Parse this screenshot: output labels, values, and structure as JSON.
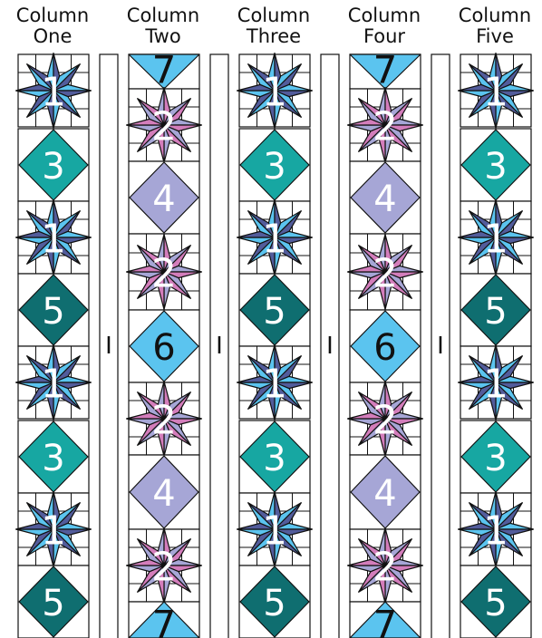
{
  "colors": {
    "light_blue": "#5bc4ef",
    "navy": "#525c9b",
    "purple": "#a6a6d6",
    "pink": "#d37dbb",
    "teal": "#17a7a2",
    "dark_teal": "#0f6e70",
    "line": "#111111"
  },
  "columns": [
    {
      "title_line1": "Column",
      "title_line2": "One",
      "kind": "odd",
      "blocks": [
        "1",
        "3",
        "1",
        "5",
        "1",
        "3",
        "1",
        "5"
      ]
    },
    {
      "title_line1": "Column",
      "title_line2": "Two",
      "kind": "even",
      "blocks": [
        "7",
        "2",
        "4",
        "2",
        "6",
        "2",
        "4",
        "2",
        "7"
      ]
    },
    {
      "title_line1": "Column",
      "title_line2": "Three",
      "kind": "odd",
      "blocks": [
        "1",
        "3",
        "1",
        "5",
        "1",
        "3",
        "1",
        "5"
      ]
    },
    {
      "title_line1": "Column",
      "title_line2": "Four",
      "kind": "even",
      "blocks": [
        "7",
        "2",
        "4",
        "2",
        "6",
        "2",
        "4",
        "2",
        "7"
      ]
    },
    {
      "title_line1": "Column",
      "title_line2": "Five",
      "kind": "odd",
      "blocks": [
        "1",
        "3",
        "1",
        "5",
        "1",
        "3",
        "1",
        "5"
      ]
    }
  ],
  "sashing_label": "I"
}
